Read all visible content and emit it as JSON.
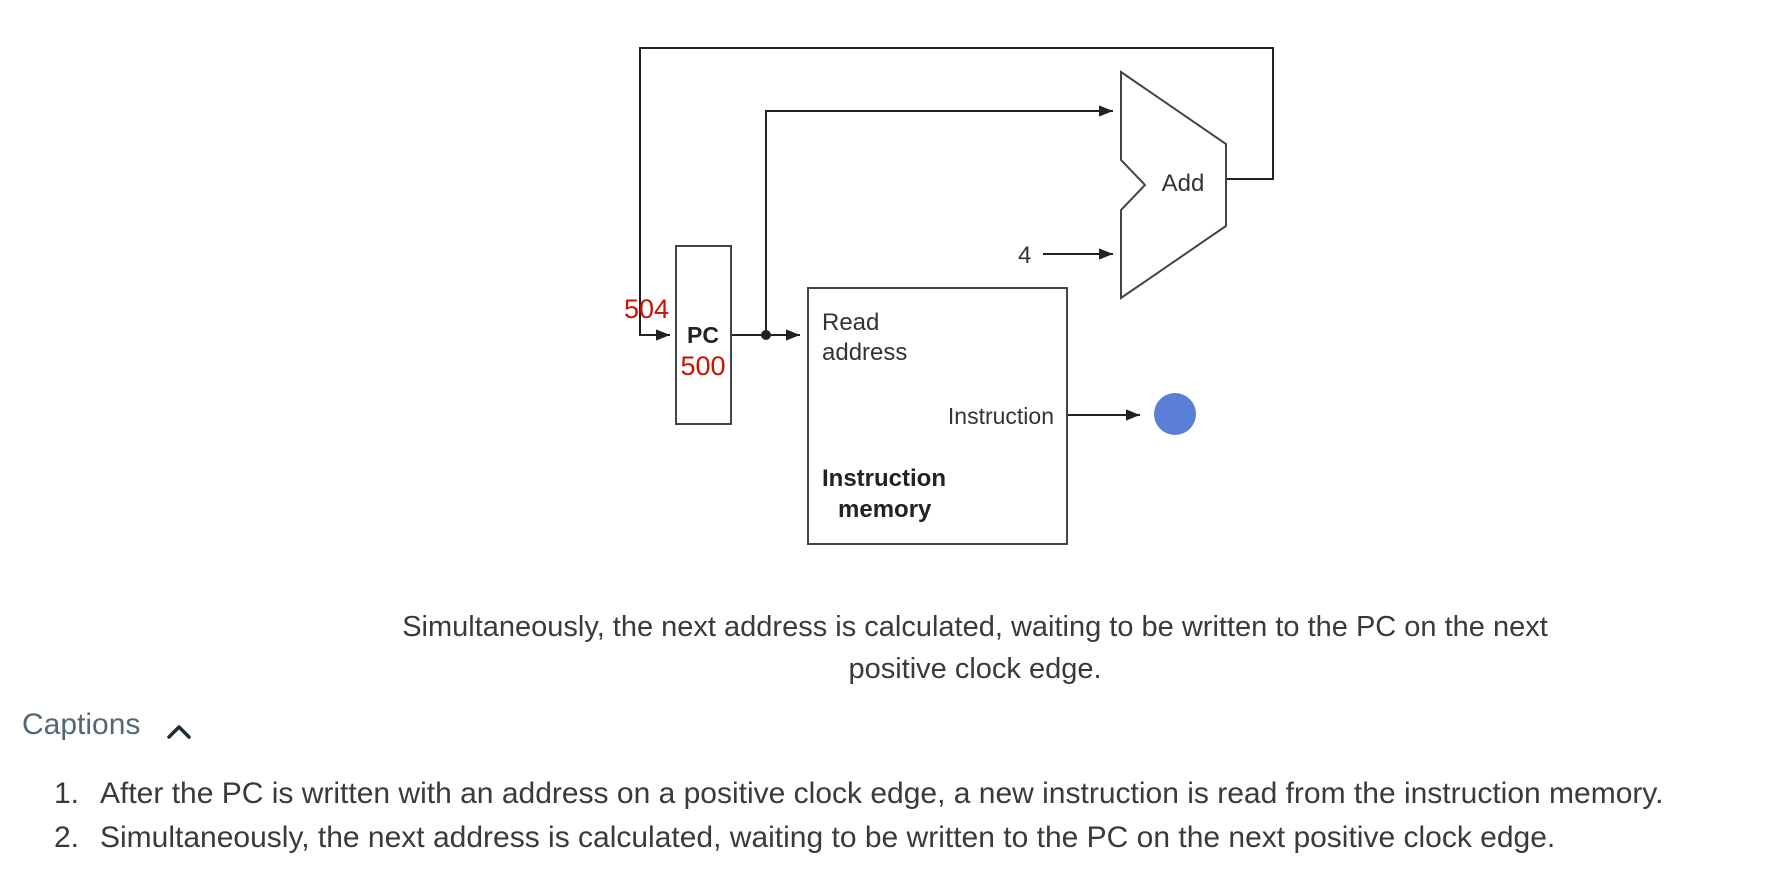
{
  "diagram": {
    "pc_label": "PC",
    "pc_value": "500",
    "next_pc_value": "504",
    "read_address": [
      "Read",
      "address"
    ],
    "instruction_label": "Instruction",
    "memory_label": [
      "Instruction",
      "memory"
    ],
    "adder_label": "Add",
    "constant_four": "4",
    "colors": {
      "value_red": "#cc1100",
      "dot_blue": "#5b7fd6",
      "line": "#222222"
    }
  },
  "caption_text": "Simultaneously, the next address is calculated, waiting to be written to the PC on the next positive clock edge.",
  "captions": {
    "toggle_label": "Captions",
    "toggle_icon": "chevron-up-icon",
    "items": [
      {
        "number": "1.",
        "text": "After the PC is written with an address on a positive clock edge, a new instruction is read from the instruction memory."
      },
      {
        "number": "2.",
        "text": "Simultaneously, the next address is calculated, waiting to be written to the PC on the next positive clock edge."
      }
    ]
  }
}
